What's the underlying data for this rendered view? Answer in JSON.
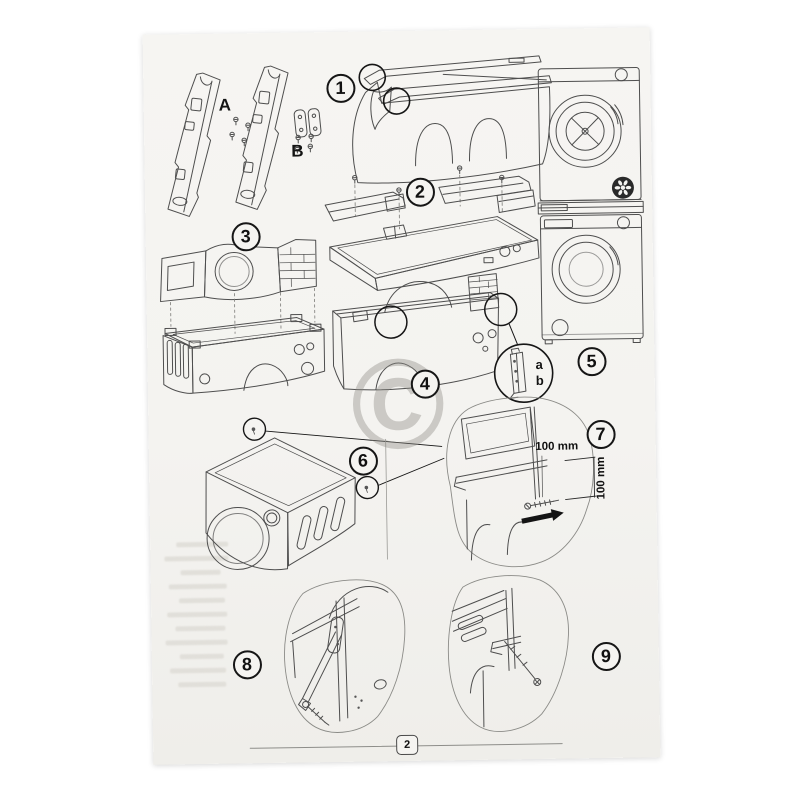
{
  "sheet": {
    "watermark_symbol": "©",
    "footer_page_number": "2"
  },
  "part_labels": {
    "rails_kit": "A",
    "plates_kit": "B"
  },
  "detail_labels": {
    "upper": "a",
    "lower": "b"
  },
  "measurements": {
    "horizontal": "100 mm",
    "vertical": "100 mm"
  },
  "steps": [
    {
      "number": "1"
    },
    {
      "number": "2"
    },
    {
      "number": "3"
    },
    {
      "number": "4"
    },
    {
      "number": "5"
    },
    {
      "number": "6"
    },
    {
      "number": "7"
    },
    {
      "number": "8"
    },
    {
      "number": "9"
    }
  ]
}
